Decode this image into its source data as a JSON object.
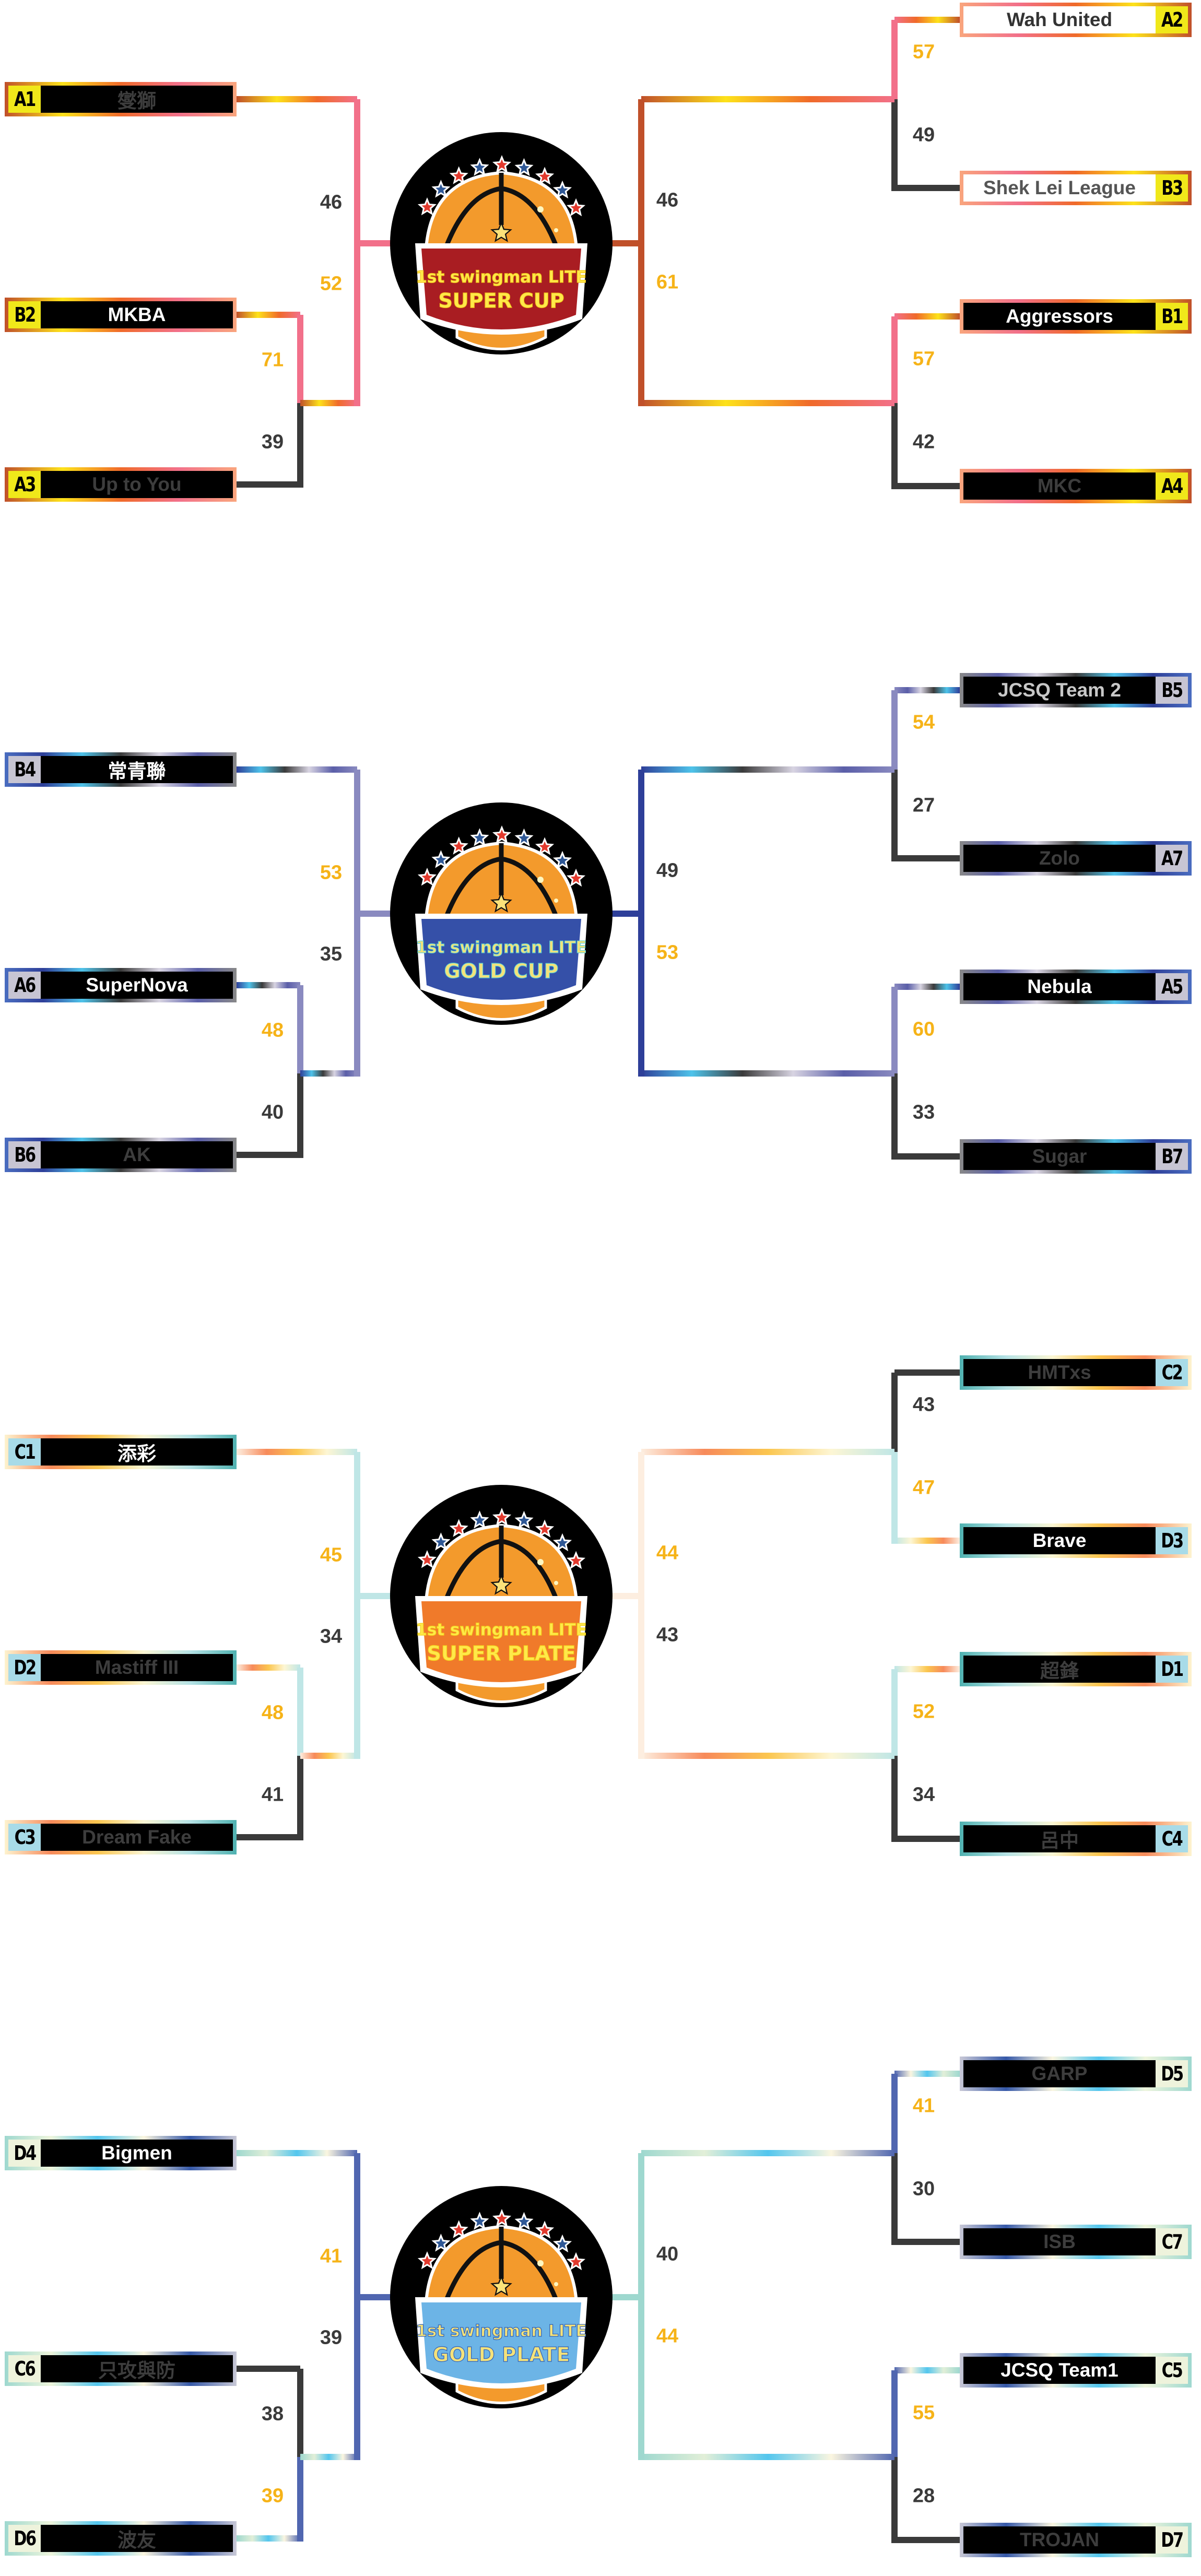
{
  "title": "1st Swingman Lite Knockout Brackets",
  "colors": {
    "winner_score": "#f6b318",
    "loser_score": "#3a3a3a",
    "loser_line": "#3a3a3a"
  },
  "brackets": [
    {
      "name": "super-cup",
      "trophy": {
        "line1": "1st swingman LITE",
        "line2": "SUPER CUP",
        "panel_color": "#a91d22",
        "text_color": "#ffe94a",
        "text_outline": "#f0c419"
      },
      "theme": {
        "border": [
          "#c0502a",
          "#fde21a",
          "#f06a2a",
          "#f2708a",
          "#f9a57d"
        ],
        "seed_bg": "#f0e81a",
        "line": [
          "#c0502a",
          "#fde21a",
          "#f06a2a",
          "#f2708a"
        ]
      },
      "left": {
        "final_side_score_top": {
          "value": 46,
          "won": false
        },
        "final_side_score_bottom": {
          "value": 52,
          "won": true
        },
        "bye_team": {
          "seed": "A1",
          "name": "燮獅",
          "won": false
        },
        "match": {
          "top": {
            "seed": "B2",
            "name": "MKBA",
            "score": 71,
            "won": true
          },
          "bottom": {
            "seed": "A3",
            "name": "Up to You",
            "score": 39,
            "won": false
          }
        }
      },
      "right": {
        "final_side_score_top": {
          "value": 46,
          "won": false
        },
        "final_side_score_bottom": {
          "value": 61,
          "won": true
        },
        "match_top": {
          "top": {
            "seed": "A2",
            "name": "Wah United",
            "score": 57,
            "won": true,
            "light": true
          },
          "bottom": {
            "seed": "B3",
            "name": "Shek Lei League",
            "score": 49,
            "won": false,
            "light": true
          }
        },
        "match_bottom": {
          "top": {
            "seed": "B1",
            "name": "Aggressors",
            "score": 57,
            "won": true
          },
          "bottom": {
            "seed": "A4",
            "name": "MKC",
            "score": 42,
            "won": false
          }
        }
      }
    },
    {
      "name": "gold-cup",
      "trophy": {
        "line1": "1st swingman LITE",
        "line2": "GOLD CUP",
        "panel_color": "#3550a8",
        "text_color": "#f4e27a",
        "text_outline": "#58d0d8"
      },
      "theme": {
        "border": [
          "#4a6dc0",
          "#2e3f99",
          "#4ec3ea",
          "#3a3a3a",
          "#d8d4e2",
          "#5a5ea8",
          "#888888"
        ],
        "seed_bg": "#c7c5d3",
        "line": [
          "#2e3f99",
          "#4ec3ea",
          "#3a3a3a",
          "#d8d4e2",
          "#5a5ea8",
          "#8a8ac0"
        ]
      },
      "left": {
        "final_side_score_top": {
          "value": 53,
          "won": true
        },
        "final_side_score_bottom": {
          "value": 35,
          "won": false
        },
        "bye_team": {
          "seed": "B4",
          "name": "常青聯",
          "won": true
        },
        "match": {
          "top": {
            "seed": "A6",
            "name": "SuperNova",
            "score": 48,
            "won": true
          },
          "bottom": {
            "seed": "B6",
            "name": "AK",
            "score": 40,
            "won": false
          }
        }
      },
      "right": {
        "final_side_score_top": {
          "value": 49,
          "won": false
        },
        "final_side_score_bottom": {
          "value": 53,
          "won": true
        },
        "match_top": {
          "top": {
            "seed": "B5",
            "name": "JCSQ Team 2",
            "score": 54,
            "won": true,
            "dim": true
          },
          "bottom": {
            "seed": "A7",
            "name": "Zolo",
            "score": 27,
            "won": false
          }
        },
        "match_bottom": {
          "top": {
            "seed": "A5",
            "name": "Nebula",
            "score": 60,
            "won": true
          },
          "bottom": {
            "seed": "B7",
            "name": "Sugar",
            "score": 33,
            "won": false
          }
        }
      }
    },
    {
      "name": "super-plate",
      "trophy": {
        "line1": "1st swingman LITE",
        "line2": "SUPER PLATE",
        "panel_color": "#f07a2a",
        "text_color": "#ffe94a",
        "text_outline": "#f4d21a"
      },
      "theme": {
        "border": [
          "#fdf3cf",
          "#f78a5a",
          "#fbc64f",
          "#fbf6d4",
          "#b5e2e5",
          "#4fb1b0"
        ],
        "seed_bg": "#a8dbe8",
        "line": [
          "#fdeee0",
          "#f78a5a",
          "#fbc64f",
          "#fdf6d4",
          "#bfe6e6"
        ]
      },
      "left": {
        "final_side_score_top": {
          "value": 45,
          "won": true
        },
        "final_side_score_bottom": {
          "value": 34,
          "won": false
        },
        "bye_team": {
          "seed": "C1",
          "name": "添彩",
          "won": true
        },
        "match": {
          "top": {
            "seed": "D2",
            "name": "Mastiff III",
            "score": 48,
            "won": true,
            "dim": true
          },
          "bottom": {
            "seed": "C3",
            "name": "Dream Fake",
            "score": 41,
            "won": false
          }
        }
      },
      "right": {
        "final_side_score_top": {
          "value": 44,
          "won": true
        },
        "final_side_score_bottom": {
          "value": 43,
          "won": false
        },
        "match_top": {
          "top": {
            "seed": "C2",
            "name": "HMTxs",
            "score": 43,
            "won": false
          },
          "bottom": {
            "seed": "D3",
            "name": "Brave",
            "score": 47,
            "won": true
          }
        },
        "match_bottom": {
          "top": {
            "seed": "D1",
            "name": "超鋒",
            "score": 52,
            "won": true,
            "dim": true
          },
          "bottom": {
            "seed": "C4",
            "name": "呂中",
            "score": 34,
            "won": false
          }
        }
      }
    },
    {
      "name": "gold-plate",
      "trophy": {
        "line1": "1st swingman LITE",
        "line2": "GOLD PLATE",
        "panel_color": "#6cb4e6",
        "text_color": "#f4e27a",
        "text_outline": "#2e5fb8"
      },
      "theme": {
        "border": [
          "#9ed8cf",
          "#eef5dc",
          "#53c6ee",
          "#fbf6e0",
          "#3558a8",
          "#c8c8d6"
        ],
        "seed_bg": "#eef3dc",
        "line": [
          "#9ed8cf",
          "#e2efd8",
          "#53c6ee",
          "#fbf6e0",
          "#5066b0"
        ]
      },
      "left": {
        "final_side_score_top": {
          "value": 41,
          "won": true
        },
        "final_side_score_bottom": {
          "value": 39,
          "won": false
        },
        "bye_team": {
          "seed": "D4",
          "name": "Bigmen",
          "won": true
        },
        "match": {
          "top": {
            "seed": "C6",
            "name": "只攻與防",
            "score": 38,
            "won": false
          },
          "bottom": {
            "seed": "D6",
            "name": "波友",
            "score": 39,
            "won": true,
            "dim": true
          }
        }
      },
      "right": {
        "final_side_score_top": {
          "value": 40,
          "won": false
        },
        "final_side_score_bottom": {
          "value": 44,
          "won": true
        },
        "match_top": {
          "top": {
            "seed": "D5",
            "name": "GARP",
            "score": 41,
            "won": true,
            "dim": true
          },
          "bottom": {
            "seed": "C7",
            "name": "ISB",
            "score": 30,
            "won": false
          }
        },
        "match_bottom": {
          "top": {
            "seed": "C5",
            "name": "JCSQ Team1",
            "score": 55,
            "won": true
          },
          "bottom": {
            "seed": "D7",
            "name": "TROJAN",
            "score": 28,
            "won": false
          }
        }
      }
    }
  ]
}
